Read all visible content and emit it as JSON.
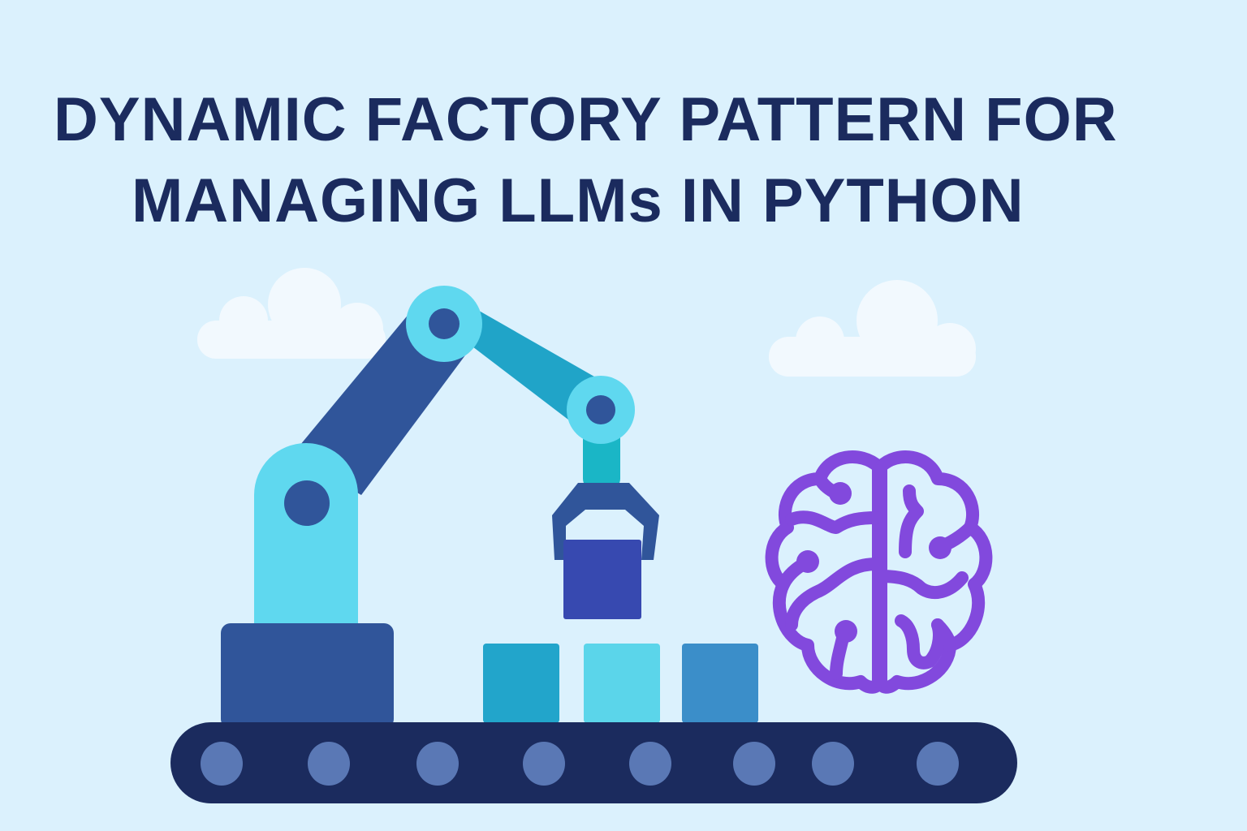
{
  "title": {
    "line1": "DYNAMIC FACTORY PATTERN FOR",
    "line2": "MANAGING LLMs IN PYTHON"
  },
  "illustration": {
    "elements": [
      "cloud-left",
      "cloud-right",
      "robot-arm",
      "gripper-with-block",
      "conveyor-belt",
      "blocks",
      "brain-icon"
    ],
    "colors": {
      "background": "#dbf1fd",
      "title": "#1b2b5e",
      "arm_dark": "#30559a",
      "arm_light": "#5fd8ef",
      "arm_teal": "#20a4c8",
      "held_block": "#3749b0",
      "block_1": "#22a5cb",
      "block_2": "#5bd5ea",
      "block_3": "#3b8ec9",
      "conveyor": "#1b2b5e",
      "roller": "#5a78b5",
      "brain": "#8249dd",
      "cloud": "#f2f9fe"
    },
    "roller_count": 8,
    "block_count": 3
  }
}
